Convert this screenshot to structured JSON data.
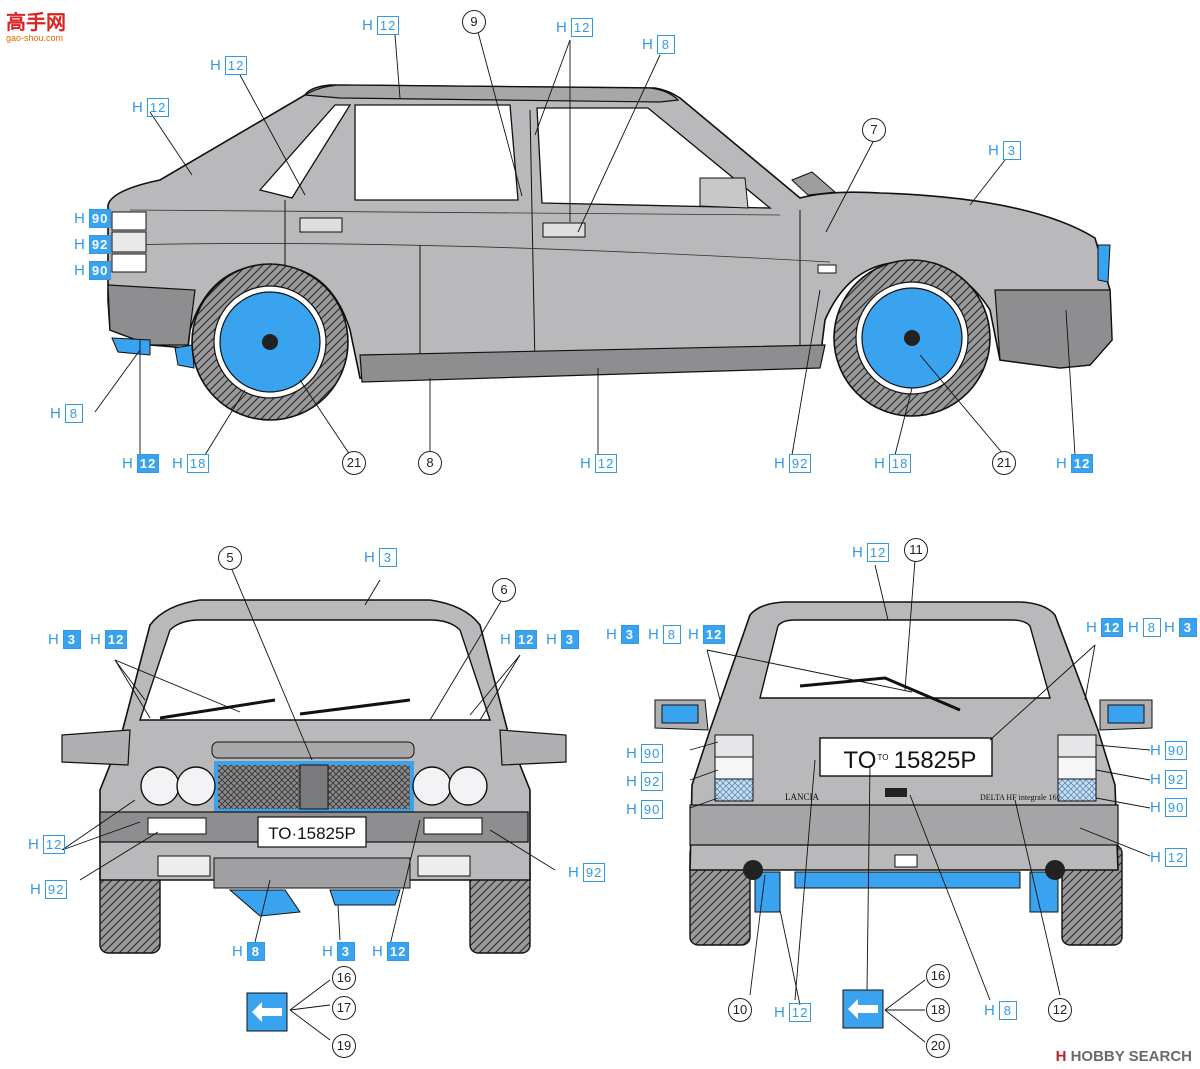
{
  "site_logo": {
    "text": "高手网",
    "sub": "gao-shou.com"
  },
  "watermark": {
    "prefix": "H",
    "text": "HOBBY SEARCH"
  },
  "plates": {
    "front": "TO·15825P",
    "rear_left": "TO",
    "rear_small": "TO",
    "rear_right": "15825P"
  },
  "badges": {
    "lancia": "LANCIA",
    "delta": "DELTA HF integrale 16v"
  },
  "colors": {
    "accent": "#3399e6",
    "fill": "#3aa3ef",
    "body": "#b9b9bb",
    "dark": "#8e8e90"
  },
  "side_codes": [
    {
      "p": "H",
      "n": "12",
      "f": false
    },
    {
      "p": "H",
      "n": "12",
      "f": false
    },
    {
      "p": "H",
      "n": "12",
      "f": false
    },
    {
      "p": "H",
      "n": "8",
      "f": false
    },
    {
      "p": "H",
      "n": "3",
      "f": false
    },
    {
      "p": "H",
      "n": "90",
      "f": true
    },
    {
      "p": "H",
      "n": "92",
      "f": true
    },
    {
      "p": "H",
      "n": "90",
      "f": true
    },
    {
      "p": "H",
      "n": "8",
      "f": false
    },
    {
      "p": "H",
      "n": "12",
      "f": true
    },
    {
      "p": "H",
      "n": "18",
      "f": false
    },
    {
      "p": "H",
      "n": "12",
      "f": false
    },
    {
      "p": "H",
      "n": "92",
      "f": false
    },
    {
      "p": "H",
      "n": "18",
      "f": false
    },
    {
      "p": "H",
      "n": "12",
      "f": true
    }
  ],
  "side_parts": [
    "9",
    "7",
    "21",
    "8",
    "21"
  ],
  "front_codes": [
    {
      "p": "H",
      "n": "3",
      "f": false
    },
    {
      "p": "H",
      "n": "3",
      "f": true
    },
    {
      "p": "H",
      "n": "12",
      "f": true
    },
    {
      "p": "H",
      "n": "12",
      "f": true
    },
    {
      "p": "H",
      "n": "3",
      "f": true
    },
    {
      "p": "H",
      "n": "12",
      "f": false
    },
    {
      "p": "H",
      "n": "92",
      "f": false
    },
    {
      "p": "H",
      "n": "92",
      "f": false
    },
    {
      "p": "H",
      "n": "8",
      "f": true
    },
    {
      "p": "H",
      "n": "3",
      "f": true
    },
    {
      "p": "H",
      "n": "12",
      "f": true
    }
  ],
  "front_parts": [
    "5",
    "6",
    "16",
    "17",
    "19"
  ],
  "rear_codes": [
    {
      "p": "H",
      "n": "12",
      "f": false
    },
    {
      "p": "H",
      "n": "3",
      "f": true
    },
    {
      "p": "H",
      "n": "8",
      "f": false
    },
    {
      "p": "H",
      "n": "12",
      "f": true
    },
    {
      "p": "H",
      "n": "12",
      "f": true
    },
    {
      "p": "H",
      "n": "8",
      "f": false
    },
    {
      "p": "H",
      "n": "3",
      "f": true
    },
    {
      "p": "H",
      "n": "90",
      "f": false
    },
    {
      "p": "H",
      "n": "92",
      "f": false
    },
    {
      "p": "H",
      "n": "90",
      "f": false
    },
    {
      "p": "H",
      "n": "90",
      "f": false
    },
    {
      "p": "H",
      "n": "92",
      "f": false
    },
    {
      "p": "H",
      "n": "90",
      "f": false
    },
    {
      "p": "H",
      "n": "12",
      "f": false
    },
    {
      "p": "H",
      "n": "12",
      "f": false
    },
    {
      "p": "H",
      "n": "8",
      "f": false
    }
  ],
  "rear_parts": [
    "11",
    "10",
    "12",
    "16",
    "18",
    "20"
  ]
}
